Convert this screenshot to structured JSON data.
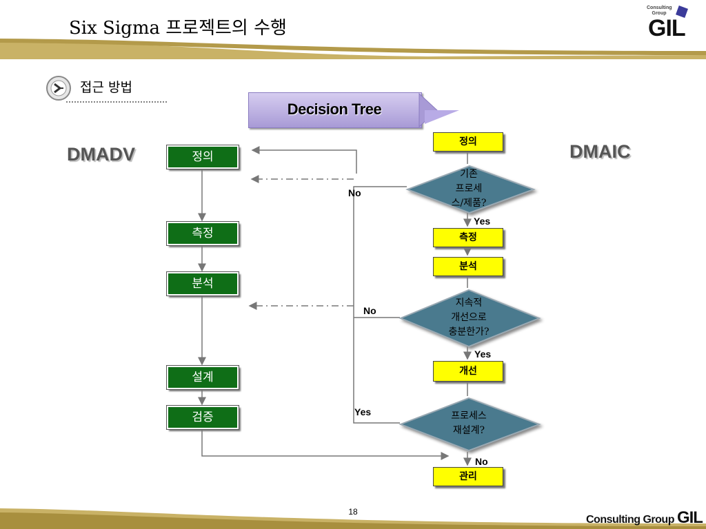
{
  "header": {
    "title": "Six Sigma 프로젝트의 수행",
    "logo_top": "Consulting Group",
    "logo_main": "GIL"
  },
  "section": {
    "label": "접근 방법"
  },
  "banner": {
    "label": "Decision Tree"
  },
  "dmadv": {
    "title": "DMADV",
    "steps": [
      "정의",
      "측정",
      "분석",
      "설계",
      "검증"
    ]
  },
  "dmaic": {
    "title": "DMAIC",
    "steps": [
      "정의",
      "측정",
      "분석",
      "개선",
      "관리"
    ],
    "decisions": [
      {
        "lines": [
          "기존",
          "프로세",
          "스/제품?"
        ],
        "no": "No",
        "yes": "Yes"
      },
      {
        "lines": [
          "지속적",
          "개선으로",
          "충분한가?"
        ],
        "no": "No",
        "yes": "Yes"
      },
      {
        "lines": [
          "프로세스",
          "재설계?"
        ],
        "yes": "Yes",
        "no": "No"
      }
    ]
  },
  "footer": {
    "page": "18",
    "logo_text": "Consulting Group",
    "logo_main": "GIL"
  },
  "colors": {
    "dmadv_box": "#0f6e17",
    "dmaic_box": "#ffff00",
    "decision": "#4a7a8e",
    "banner": "#b3a6e0",
    "band": "#c9b266"
  }
}
